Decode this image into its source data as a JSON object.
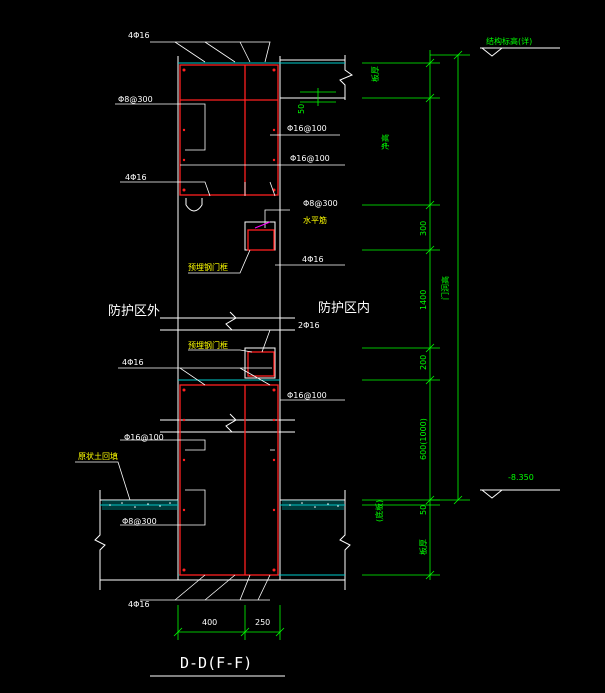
{
  "colors": {
    "background": "#000000",
    "wall": "#ffffff",
    "rebar": "#ff2020",
    "dimension": "#00ff00",
    "level_line": "#00cccc",
    "stirrup_note": "#ff00ff",
    "soil_fill": "#00aaaa"
  },
  "title": "D-D(F-F)",
  "labels": {
    "top_4phi16": "4Φ16",
    "phi8_300_top": "Φ8@300",
    "phi16_100_a": "Φ16@100",
    "phi16_100_b": "Φ16@100",
    "left_4phi16_upper": "4Φ16",
    "phi8_300_mid": "Φ8@300",
    "water_stop": "水平筋",
    "door_frame_upper": "预埋钢门框",
    "right_4phi16": "4Φ16",
    "outside_zone": "防护区外",
    "inside_zone": "防护区内",
    "right_2phi16": "2Φ16",
    "door_frame_lower": "预埋钢门框",
    "left_4phi16_lower": "4Φ16",
    "phi16_100_c": "Φ16@100",
    "phi16_100_d": "Φ16@100",
    "soil_label": "原状土回填",
    "phi8_300_bottom": "Φ8@300",
    "bottom_4phi16": "4Φ16",
    "top_level": "结构标高(详)",
    "bottom_level": "-8.350",
    "slab_top": "板厚",
    "clear_height": "净高",
    "opening_height": "门洞高",
    "slab_bottom": "板厚",
    "floor_note": "(底板)"
  },
  "dimensions": {
    "d50_top": "50",
    "d300": "300",
    "d1400": "1400",
    "d200": "200",
    "d600_1000": "600(1000)",
    "d50_bottom": "50",
    "w400": "400",
    "w250": "250"
  }
}
